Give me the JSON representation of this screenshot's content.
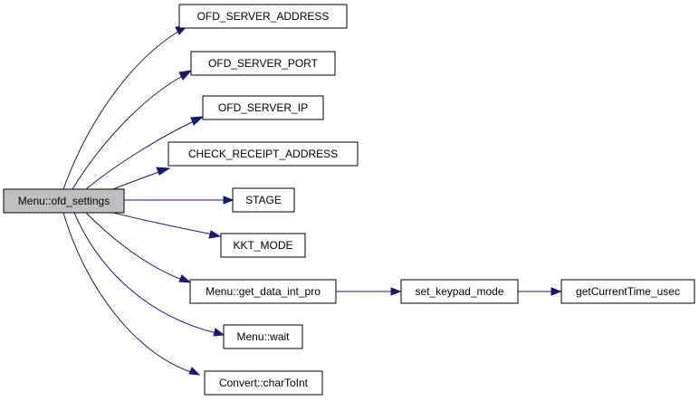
{
  "graph": {
    "root": {
      "id": "n0",
      "label": "Menu::ofd_settings"
    },
    "nodes": [
      {
        "id": "n1",
        "label": "OFD_SERVER_ADDRESS"
      },
      {
        "id": "n2",
        "label": "OFD_SERVER_PORT"
      },
      {
        "id": "n3",
        "label": "OFD_SERVER_IP"
      },
      {
        "id": "n4",
        "label": "CHECK_RECEIPT_ADDRESS"
      },
      {
        "id": "n5",
        "label": "STAGE"
      },
      {
        "id": "n6",
        "label": "KKT_MODE"
      },
      {
        "id": "n7",
        "label": "Menu::get_data_int_pro"
      },
      {
        "id": "n8",
        "label": "set_keypad_mode"
      },
      {
        "id": "n9",
        "label": "getCurrentTime_usec"
      },
      {
        "id": "n10",
        "label": "Menu::wait"
      },
      {
        "id": "n11",
        "label": "Convert::charToInt"
      }
    ],
    "edges": [
      {
        "from": "n0",
        "to": "n1"
      },
      {
        "from": "n0",
        "to": "n2"
      },
      {
        "from": "n0",
        "to": "n3"
      },
      {
        "from": "n0",
        "to": "n4"
      },
      {
        "from": "n0",
        "to": "n5"
      },
      {
        "from": "n0",
        "to": "n6"
      },
      {
        "from": "n0",
        "to": "n7"
      },
      {
        "from": "n0",
        "to": "n10"
      },
      {
        "from": "n0",
        "to": "n11"
      },
      {
        "from": "n7",
        "to": "n8"
      },
      {
        "from": "n8",
        "to": "n9"
      }
    ]
  },
  "colors": {
    "edge": "#191970",
    "root_fill": "#bfbfbf",
    "node_fill": "#ffffff",
    "node_border": "#000000"
  }
}
